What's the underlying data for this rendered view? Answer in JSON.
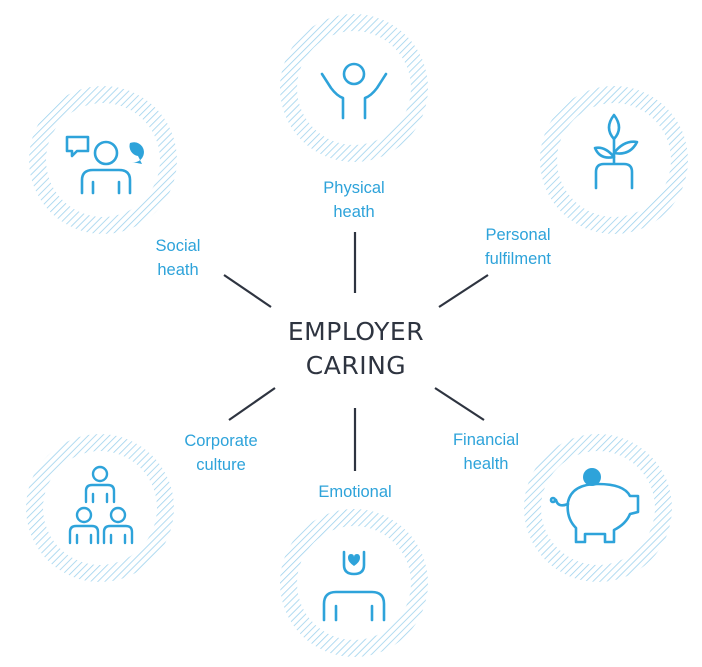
{
  "center": {
    "line1": "EMPLOYER",
    "line2": "CARING"
  },
  "colors": {
    "accent": "#2ea3da",
    "hatch": "#9fd3ee",
    "spoke": "#2e3440",
    "center_text": "#2e3440"
  },
  "nodes": [
    {
      "id": "physical",
      "lines": [
        "Physical",
        "heath"
      ],
      "icon": "person-arms-up-icon"
    },
    {
      "id": "personal",
      "lines": [
        "Personal",
        "fulfilment"
      ],
      "icon": "plant-sprout-icon"
    },
    {
      "id": "financial",
      "lines": [
        "Financial",
        "health"
      ],
      "icon": "piggy-bank-icon"
    },
    {
      "id": "emotional",
      "lines": [
        "Emotional"
      ],
      "icon": "person-heart-icon"
    },
    {
      "id": "corporate",
      "lines": [
        "Corporate",
        "culture"
      ],
      "icon": "team-hierarchy-icon"
    },
    {
      "id": "social",
      "lines": [
        "Social",
        "heath"
      ],
      "icon": "people-chat-icon"
    }
  ]
}
